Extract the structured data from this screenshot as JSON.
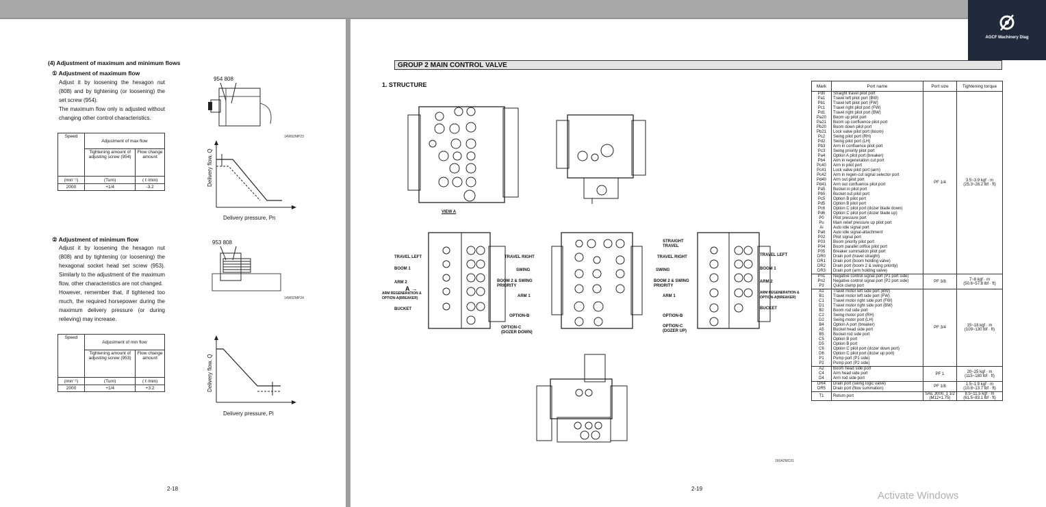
{
  "left": {
    "section_title": "(4) Adjustment of maximum and minimum flows",
    "max": {
      "heading": "① Adjustment of maximum flow",
      "para1": "Adjust it by loosening the hexagon nut (808) and by tightening (or loosening) the set screw (954).",
      "para2": "The maximum flow only is adjusted without changing other control characteristics.",
      "fig_labels": "954  808",
      "fig_code": "14W92MP23",
      "table": {
        "speed": "Speed",
        "header": "Adjustment of max flow",
        "col1": "Tightening amount of adjusting screw (954)",
        "col2": "Flow change amount",
        "unit0": "(min⁻¹)",
        "unit1": "(Turn)",
        "unit2": "( ℓ /min)",
        "row": [
          "2000",
          "+1/4",
          "-3.2"
        ]
      },
      "graph_y": "Delivery flow, Q",
      "graph_x": "Delivery pressure, Pn"
    },
    "min": {
      "heading": "② Adjustment of minimum flow",
      "para1": "Adjust it by loosening the hexagon nut (808) and by tightening (or loosening) the hexagonal socket head set screw (953).  Similarly to the adjustment of the maximum flow, other characteristics are not changed.",
      "para2": "However, remember that, if tightened too much, the required horsepower during the maximum delivery pressure (or during relieving) may increase.",
      "fig_labels": "953  808",
      "fig_code": "14W92MP24",
      "table": {
        "speed": "Speed",
        "header": "Adjustment of min flow",
        "col1": "Tightening amount of adjusting screw (953)",
        "col2": "Flow change amount",
        "unit0": "(min⁻¹)",
        "unit1": "(Turn)",
        "unit2": "( ℓ /min)",
        "row": [
          "2000",
          "+1/4",
          "+3.2"
        ]
      },
      "graph_y": "Delivery flow, Q",
      "graph_x": "Delivery pressure, Pi"
    },
    "page_number": "2-18"
  },
  "right": {
    "group_header": "GROUP  2  MAIN CONTROL VALVE",
    "structure_title": "1. STRUCTURE",
    "view_label": "VIEW  A",
    "fig_code": "160A2MC01",
    "page_number": "2-19",
    "diagram_labels": {
      "travel_left": "TRAVEL LEFT",
      "boom1": "BOOM 1",
      "arm2": "ARM 2",
      "arm_regen": "ARM REGENERATION & OPTION-A(BREAKER)",
      "bucket": "BUCKET",
      "a_arrow": "A",
      "travel_right": "TRAVEL RIGHT",
      "swing": "SWING",
      "boom2": "BOOM 2 & SWING PRIORITY",
      "arm1": "ARM 1",
      "option_b": "OPTION-B",
      "option_c_down": "OPTION-C (DOZER DOWN)",
      "straight_travel": "STRAIGHT TRAVEL",
      "travel_right2": "TRAVEL RIGHT",
      "swing2": "SWING",
      "boom2b": "BOOM 2 & SWING PRIORITY",
      "arm1b": "ARM 1",
      "option_b2": "OPTION-B",
      "option_c_up": "OPTION-C (DOZER UP)",
      "travel_left2": "TRAVEL LEFT",
      "boom1b": "BOOM 1",
      "arm2b": "ARM 2",
      "arm_regen2": "ARM REGENERATION & OPTION-A(BREAKER)",
      "bucket2": "BUCKET"
    },
    "ports_table": {
      "headers": [
        "Mark",
        "Port name",
        "Port size",
        "Tightening torque"
      ],
      "groups": [
        {
          "marks": [
            "Pd0",
            "Pa1",
            "Pb1",
            "Pc1",
            "Pd1",
            "Pa20",
            "Pa21",
            "Pb20",
            "Pb21",
            "Pc2",
            "Pd2",
            "Pb3",
            "Pc3",
            "Pa4",
            "Pb4",
            "Pc40",
            "Pc41",
            "Pc42",
            "Pd40",
            "Pd41",
            "Pa5",
            "Pb5",
            "Pc5",
            "Pd5",
            "Pc6",
            "Pd6",
            "P0",
            "Pu",
            "Ai",
            "Patt",
            "P02",
            "P03",
            "P04",
            "P05",
            "DR0",
            "DR1",
            "DR2",
            "DR3"
          ],
          "names": [
            "Straight travel pilot port",
            "Travel left pilot port (BW)",
            "Travel left pilot port (FW)",
            "Travel right pilot port (FW)",
            "Travel right pilot port (BW)",
            "Boom up pilot port",
            "Boom up confluence pilot port",
            "Boom down pilot port",
            "Lock valve pilot port (boom)",
            "Swing pilot port (RH)",
            "Swing pilot port (LH)",
            "Arm in confluence pilot port",
            "Swing priority pilot port",
            "Option A pilot port (breaker)",
            "Arm in regeneration cut port",
            "Arm in pilot port",
            "Lock valve pilot port (arm)",
            "Arm in regen-cut signal selector port",
            "Arm out pilot port",
            "Arm out confluence pilot port",
            "Bucket in pilot port",
            "Bucket out pilot port",
            "Option B pilot port",
            "Option B pilot port",
            "Option C pilot port (dozer blade down)",
            "Option C pilot port (dozer blade up)",
            "Pilot pressure port",
            "Main relief pressure up pilot port",
            "Auto idle signal port",
            "Auto idle signal-attachment",
            "Pilot signal port",
            "Boom priority pilot port",
            "Boom parallel orifice pilot port",
            "Breaker summation pilot port",
            "Drain port (travel straight)",
            "Drain port (boom holding valve)",
            "Drain port (boom 2 & swing priority)",
            "Drain port (arm holding valve)"
          ],
          "size": "PF 1/4",
          "torque1": "3.5~3.9 kgf · m",
          "torque2": "(25.3~28.2 lbf · ft)"
        },
        {
          "marks": [
            "Pn1",
            "Pn2",
            "P3"
          ],
          "names": [
            "Negative control signal port (P1 port side)",
            "Negative control signal port (P2 port side)",
            "Quick clamp port"
          ],
          "size": "PF 3/8",
          "torque1": "7~8 kgf · m",
          "torque2": "(50.6~57.8 lbf · ft)"
        },
        {
          "marks": [
            "A1",
            "B1",
            "C1",
            "D1",
            "B2",
            "C2",
            "D2",
            "B4",
            "A5",
            "B5",
            "C5",
            "D5",
            "C6",
            "D6",
            "P1",
            "P2"
          ],
          "names": [
            "Travel motor left side port (BW)",
            "Travel motor left side port (FW)",
            "Travel motor right side port (FW)",
            "Travel motor right side port (BW)",
            "Boom rod side port",
            "Swing motor port (RH)",
            "Swing motor port (LH)",
            "Option A port (breaker)",
            "Bucket head side port",
            "Bucket rod side port",
            "Option B port",
            "Option B port",
            "Option C pilot port (dozer down port)",
            "Option C pilot port (dozer up port)",
            "Pump port (P1 side)",
            "Pump port (P2 side)"
          ],
          "size": "PF 3/4",
          "torque1": "15~18 kgf · m",
          "torque2": "(109~130 lbf · ft)"
        },
        {
          "marks": [
            "A2",
            "C4",
            "D4"
          ],
          "names": [
            "Boom head side port",
            "Arm head side port",
            "Arm rod side port"
          ],
          "size": "PF 1",
          "torque1": "20~25 kgf · m",
          "torque2": "(115~180 lbf · ft)"
        },
        {
          "marks": [
            "DR4",
            "DR5"
          ],
          "names": [
            "Drain port (swing logic valve)",
            "Drain port (flow summation)"
          ],
          "size": "PF 1/8",
          "torque1": "1.5~1.9 kgf · m",
          "torque2": "(10.8~13.7 lbf · ft)"
        },
        {
          "marks": [
            "T1"
          ],
          "names": [
            "Return port"
          ],
          "size": "SAE 3000, 1 1/2 (M12×1.75)",
          "torque1": "8.5~11.5 kgf · m",
          "torque2": "(61.5~83.1 lbf · ft)"
        }
      ]
    }
  },
  "logo": {
    "text": "AGCF Machinery Diag"
  },
  "watermark": "Activate Windows"
}
